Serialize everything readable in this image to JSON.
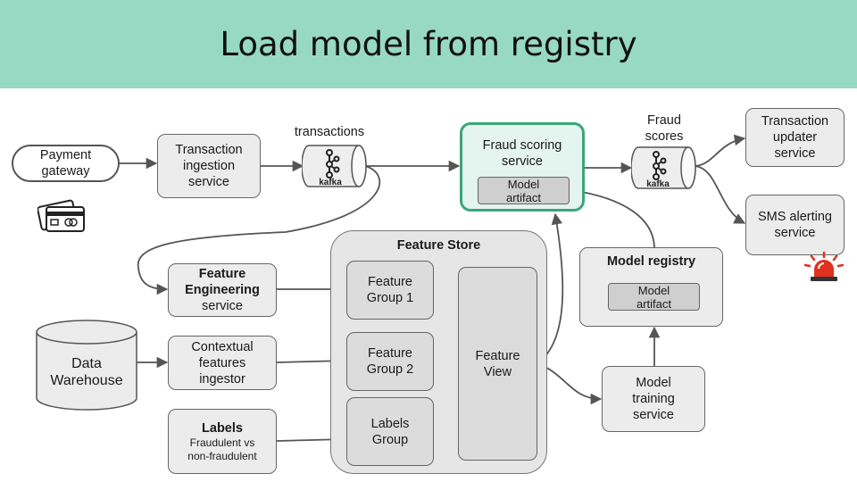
{
  "title": "Load model from registry",
  "nodes": {
    "payment_gateway": [
      "Payment",
      "gateway"
    ],
    "transaction_ingestion": [
      "Transaction",
      "ingestion",
      "service"
    ],
    "transactions_topic_label": "transactions",
    "fraud_scores_topic_label": [
      "Fraud",
      "scores"
    ],
    "kafka_text": "kafka",
    "fraud_scoring": [
      "Fraud scoring",
      "service"
    ],
    "fraud_scoring_artifact": [
      "Model",
      "artifact"
    ],
    "transaction_updater": [
      "Transaction",
      "updater",
      "service"
    ],
    "sms_alerting": [
      "SMS alerting",
      "service"
    ],
    "feature_engineering": [
      "Feature",
      "Engineering",
      "service"
    ],
    "data_warehouse": [
      "Data",
      "Warehouse"
    ],
    "contextual_features": [
      "Contextual",
      "features",
      "ingestor"
    ],
    "labels": {
      "title": "Labels",
      "sub": [
        "Fraudulent vs",
        "non-fraudulent"
      ]
    },
    "feature_store": {
      "title": "Feature Store",
      "group1": [
        "Feature",
        "Group 1"
      ],
      "group2": [
        "Feature",
        "Group 2"
      ],
      "labels_group": [
        "Labels",
        "Group"
      ],
      "feature_view": [
        "Feature",
        "View"
      ]
    },
    "model_registry": {
      "title": "Model registry",
      "artifact": [
        "Model",
        "artifact"
      ]
    },
    "model_training": [
      "Model",
      "training",
      "service"
    ]
  },
  "colors": {
    "header": "#97d9c2",
    "fraud_scoring_border": "#3aa57c",
    "box_fill": "#ececec",
    "inner_fill": "#cfcfcf",
    "arrow": "#555555",
    "alarm": "#e0301e"
  }
}
